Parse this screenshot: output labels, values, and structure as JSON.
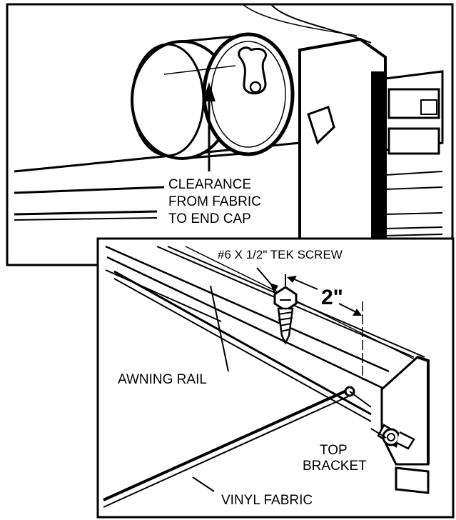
{
  "top_panel": {
    "clearance_label": [
      "CLEARANCE",
      "FROM FABRIC",
      "TO END CAP"
    ]
  },
  "bottom_panel": {
    "screw_label": "#6 X 1/2\" TEK SCREW",
    "spacing_label": "2\"",
    "rail_label": "AWNING RAIL",
    "bracket_label": [
      "TOP",
      "BRACKET"
    ],
    "fabric_label": "VINYL FABRIC"
  }
}
